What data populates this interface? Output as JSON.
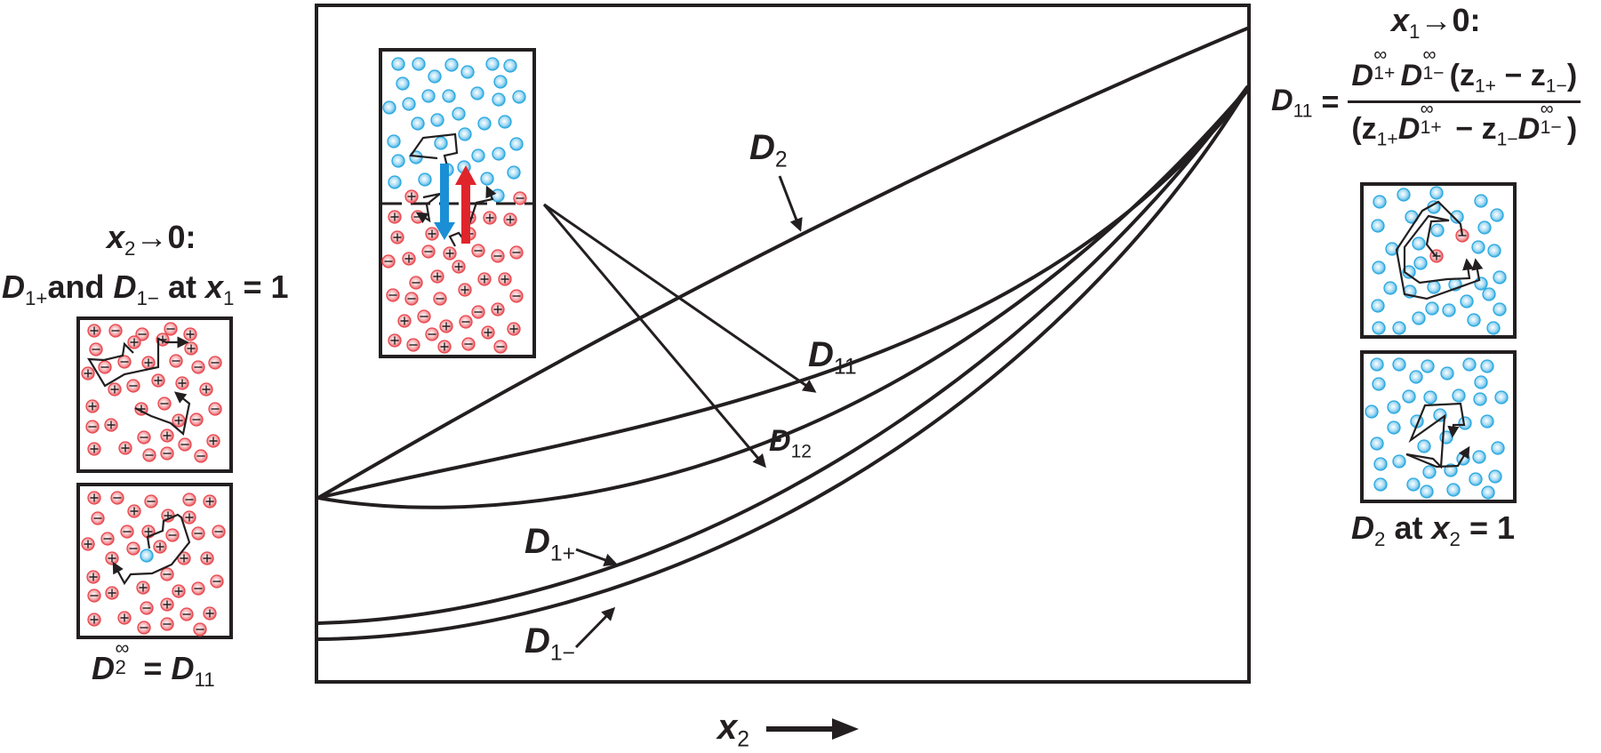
{
  "figure": {
    "x_axis_label": "x",
    "x_axis_sub": "2",
    "x_axis_arrow": "arrow-right"
  },
  "curves": {
    "D2": {
      "sym": "D",
      "sub": "2"
    },
    "D11": {
      "sym": "D",
      "sub": "11"
    },
    "D12": {
      "sym": "Đ",
      "sub": "12"
    },
    "D1plus": {
      "sym": "D",
      "sub": "1+"
    },
    "D1minus": {
      "sym": "D",
      "sub": "1−"
    }
  },
  "left_panel": {
    "title_var": "x",
    "title_sub": "2",
    "title_rest": "→0:",
    "line2_a_sym": "D",
    "line2_a_sub": "1+",
    "line2_and": "and",
    "line2_b_sym": "D",
    "line2_b_sub": "1−",
    "line2_at": "at",
    "line2_x": "x",
    "line2_x_sub": "1",
    "line2_eq": "= 1",
    "bottom_sym": "D",
    "bottom_sup": "∞",
    "bottom_sub": "2",
    "bottom_eq": "=",
    "bottom_rhs_sym": "D",
    "bottom_rhs_sub": "11"
  },
  "right_panel": {
    "title_var": "x",
    "title_sub": "1",
    "title_rest": "→0:",
    "eq_lhs_sym": "D",
    "eq_lhs_sub": "11",
    "eq_sign": "=",
    "num": {
      "t1_sym": "D",
      "t1_sup": "∞",
      "t1_sub": "1+",
      "t2_sym": "D",
      "t2_sup": "∞",
      "t2_sub": "1−",
      "open": "(",
      "z1": "z",
      "z1_sub": "1+",
      "minus": "−",
      "z2": "z",
      "z2_sub": "1−",
      "close": ")"
    },
    "den": {
      "open": "(",
      "z1": "z",
      "z1_sub": "1+",
      "t1_sym": "D",
      "t1_sup": "∞",
      "t1_sub": "1+",
      "minus": "−",
      "z2": "z",
      "z2_sub": "1−",
      "t2_sym": "D",
      "t2_sup": "∞",
      "t2_sub": "1−",
      "close": ")"
    },
    "bottom_sym": "D",
    "bottom_sub": "2",
    "bottom_at": "at",
    "bottom_x": "x",
    "bottom_x_sub": "2",
    "bottom_eq": "= 1"
  },
  "colors": {
    "line": "#231f20",
    "cation_red": "#e8474e",
    "cation_fill": "#f7c2c4",
    "solvent_blue": "#29a8e0",
    "solvent_fill": "#bfe6f7",
    "arrow_blue": "#1b8fd6",
    "arrow_red": "#e0242b"
  }
}
